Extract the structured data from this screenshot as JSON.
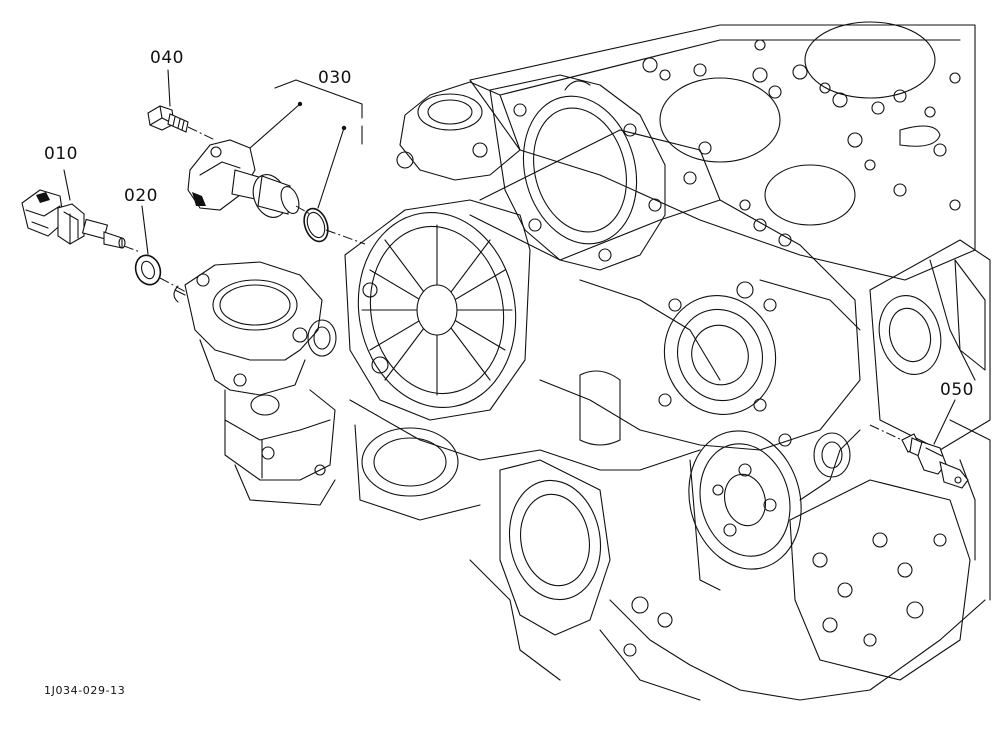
{
  "diagram": {
    "doc_id": "1J034-029-13",
    "part_labels": [
      "010",
      "020",
      "030",
      "040",
      "050"
    ]
  }
}
